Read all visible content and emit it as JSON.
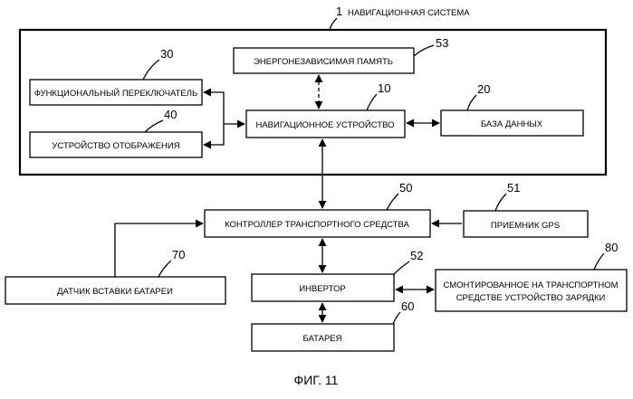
{
  "system": {
    "number": "1",
    "label": "НАВИГАЦИОННАЯ СИСТЕМА"
  },
  "blocks": {
    "memory": {
      "number": "53",
      "label": "ЭНЕРГОНЕЗАВИСИМАЯ ПАМЯТЬ"
    },
    "func_sw": {
      "number": "30",
      "label": "ФУНКЦИОНАЛЬНЫЙ ПЕРЕКЛЮЧАТЕЛЬ"
    },
    "nav": {
      "number": "10",
      "label": "НАВИГАЦИОННОЕ УСТРОЙСТВО"
    },
    "db": {
      "number": "20",
      "label": "БАЗА ДАННЫХ"
    },
    "display": {
      "number": "40",
      "label": "УСТРОЙСТВО ОТОБРАЖЕНИЯ"
    },
    "controller": {
      "number": "50",
      "label": "КОНТРОЛЛЕР ТРАНСПОРТНОГО СРЕДСТВА"
    },
    "gps": {
      "number": "51",
      "label": "ПРИЕМНИК GPS"
    },
    "sensor": {
      "number": "70",
      "label": "ДАТЧИК ВСТАВКИ БАТАРЕИ"
    },
    "inverter": {
      "number": "52",
      "label": "ИНВЕРТОР"
    },
    "charger": {
      "number": "80",
      "label_line1": "СМОНТИРОВАННОЕ НА ТРАНСПОРТНОМ",
      "label_line2": "СРЕДСТВЕ УСТРОЙСТВО ЗАРЯДКИ"
    },
    "battery": {
      "number": "60",
      "label": "БАТАРЕЯ"
    }
  },
  "caption": "ФИГ. 11"
}
